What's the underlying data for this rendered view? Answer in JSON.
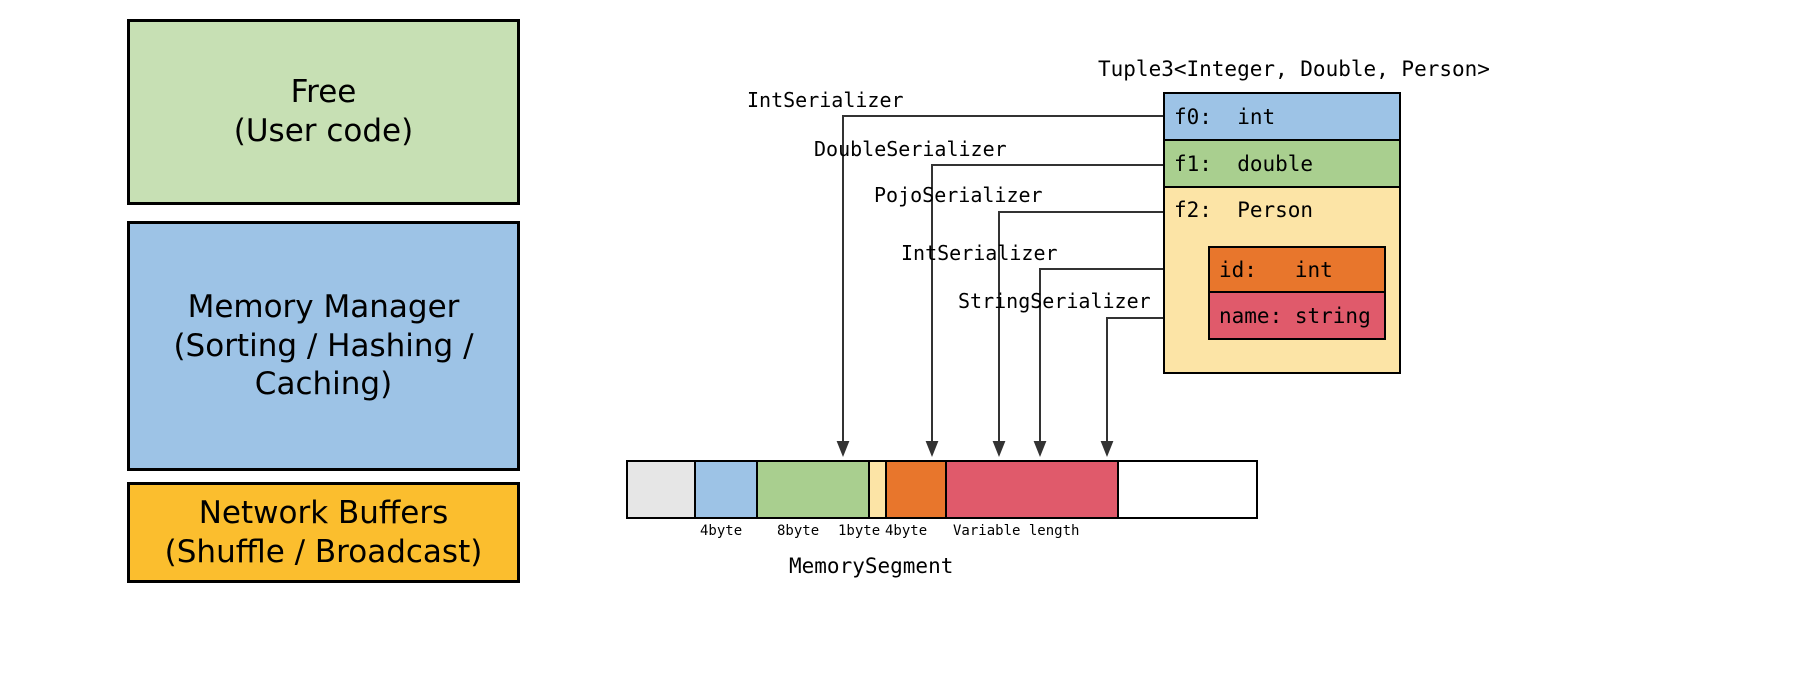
{
  "memory_panel": {
    "blocks": [
      {
        "name": "free",
        "label": "Free\n(User code)",
        "color": "#c7e0b4"
      },
      {
        "name": "memory-manager",
        "label": "Memory Manager\n(Sorting / Hashing /\nCaching)",
        "color": "#9dc3e6"
      },
      {
        "name": "network-buffers",
        "label": "Network Buffers\n(Shuffle / Broadcast)",
        "color": "#fbbe2e"
      }
    ]
  },
  "serialization": {
    "tuple_title": "Tuple3<Integer, Double, Person>",
    "tuple_fields": [
      {
        "label": "f0:  int",
        "color": "#9dc3e6"
      },
      {
        "label": "f1:  double",
        "color": "#a9cf8f"
      },
      {
        "label": "f2:  Person",
        "color": "#fce4a6"
      }
    ],
    "person_fields": [
      {
        "label": "id:   int",
        "color": "#e8762c"
      },
      {
        "label": "name: string",
        "color": "#e05a6b"
      }
    ],
    "serializers": [
      {
        "name": "int-serializer-f0",
        "label": "IntSerializer"
      },
      {
        "name": "double-serializer-f1",
        "label": "DoubleSerializer"
      },
      {
        "name": "pojo-serializer-f2",
        "label": "PojoSerializer"
      },
      {
        "name": "int-serializer-id",
        "label": "IntSerializer"
      },
      {
        "name": "string-serializer-name",
        "label": "StringSerializer"
      }
    ],
    "memory_segment": {
      "caption": "MemorySegment",
      "segments": [
        {
          "name": "header",
          "size_label": "",
          "color": "#e6e6e6"
        },
        {
          "name": "f0",
          "size_label": "4byte",
          "color": "#9dc3e6"
        },
        {
          "name": "f1",
          "size_label": "8byte",
          "color": "#a9cf8f"
        },
        {
          "name": "pojo",
          "size_label": "1byte",
          "color": "#fce4a6"
        },
        {
          "name": "id",
          "size_label": "4byte",
          "color": "#e8762c"
        },
        {
          "name": "name",
          "size_label": "Variable length",
          "color": "#e05a6b"
        },
        {
          "name": "free",
          "size_label": "",
          "color": "#ffffff"
        }
      ],
      "byte_labels": [
        "4byte",
        "8byte",
        "1byte",
        "4byte",
        "Variable length"
      ]
    }
  }
}
